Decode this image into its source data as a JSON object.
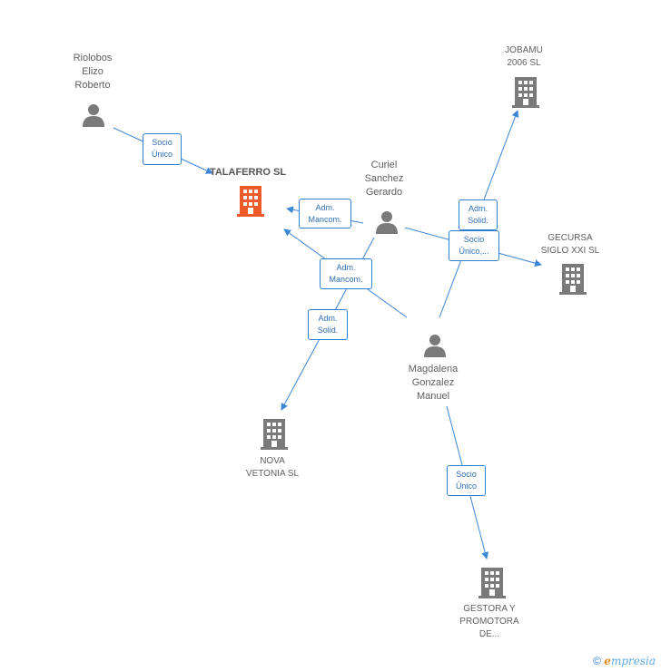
{
  "nodes": {
    "riolobos": "Riolobos\nElizo\nRoberto",
    "talaferro": "TALAFERRO SL",
    "curiel": "Curiel\nSanchez\nGerardo",
    "jobamu": "JOBAMU\n2006 SL",
    "gecursa": "GECURSA\nSIGLO XXI SL",
    "magdalena": "Magdalena\nGonzalez\nManuel",
    "nova": "NOVA\nVETONIA SL",
    "gestora": "GESTORA Y\nPROMOTORA\nDE..."
  },
  "edges": {
    "riolobos_talaferro": "Socio\nÚnico",
    "curiel_talaferro": "Adm.\nMancom.",
    "magdalena_talaferro": "Adm.\nMancom.",
    "curiel_nova": "Adm.\nSolid.",
    "magdalena_jobamu": "Adm.\nSolid.",
    "curiel_gecursa": "Socio\nÚnico,...",
    "magdalena_gestora": "Socio\nÚnico"
  },
  "colors": {
    "edge": "#3b86d6",
    "person_icon": "#7a7a7a",
    "company_icon": "#7a7a7a",
    "main_company_icon": "#f05a28"
  },
  "footer": {
    "copyright": "©",
    "brand_e": "e",
    "brand_rest": "mpresia"
  }
}
